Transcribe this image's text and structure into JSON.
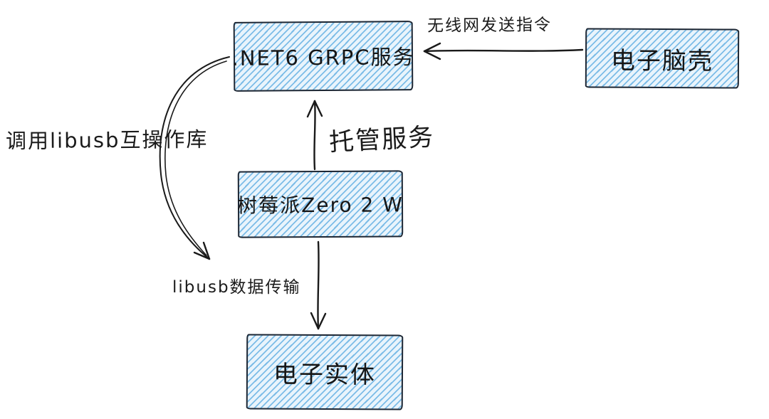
{
  "diagram": {
    "title": "Electronic brain control architecture diagram",
    "nodes": {
      "grpc": {
        "label": ".NET6 GRPC服务"
      },
      "brain": {
        "label": "电子脑壳"
      },
      "pi": {
        "label": "树莓派Zero 2 W"
      },
      "entity": {
        "label": "电子实体"
      }
    },
    "edges": {
      "wireless": {
        "label": "无线网发送指令"
      },
      "host": {
        "label": "托管服务"
      },
      "libusb_call": {
        "label": "调用libusb互操作库"
      },
      "libusb_transfer": {
        "label": "libusb数据传输"
      }
    },
    "colors": {
      "box_fill": "#e9f4fc",
      "box_hatch": "#60aee2",
      "box_border": "#1c2633",
      "arrow": "#1a1a1a",
      "text": "#161616",
      "background": "#ffffff"
    }
  }
}
